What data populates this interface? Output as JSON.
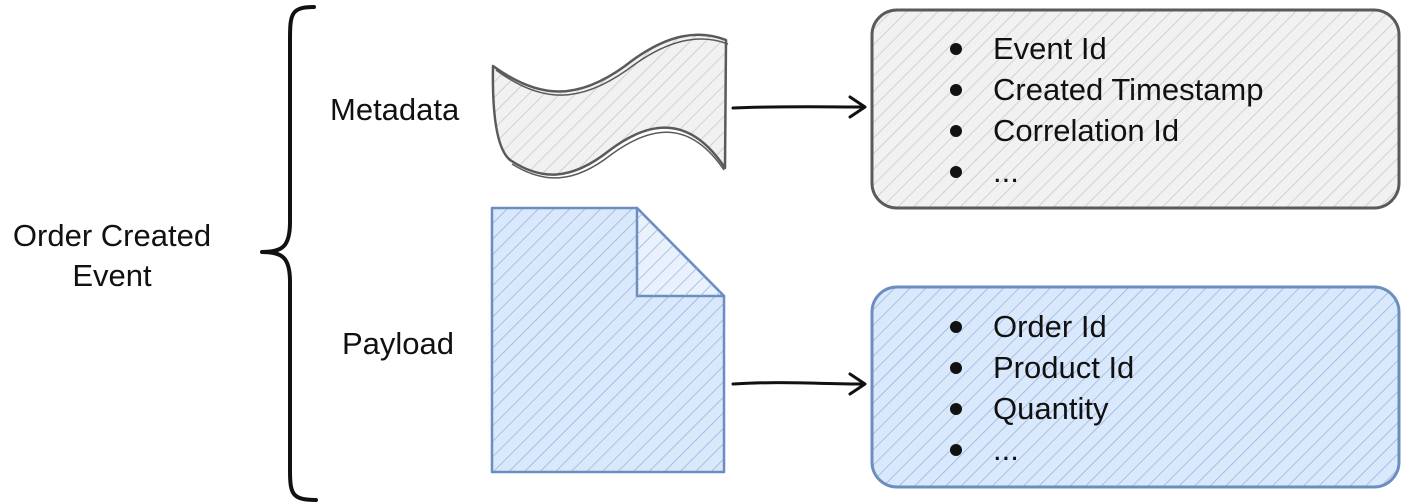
{
  "event": {
    "title_line1": "Order Created",
    "title_line2": "Event"
  },
  "metadata": {
    "label": "Metadata",
    "fields": [
      "Event Id",
      "Created Timestamp",
      "Correlation Id",
      "..."
    ]
  },
  "payload": {
    "label": "Payload",
    "fields": [
      "Order Id",
      "Product Id",
      "Quantity",
      "..."
    ]
  },
  "colors": {
    "metadata_stroke": "#5a5a5a",
    "metadata_fill": "#f1f1f1",
    "payload_stroke": "#6c8ebf",
    "payload_fill": "#dae8fc",
    "text": "#111111",
    "arrow": "#111111"
  }
}
